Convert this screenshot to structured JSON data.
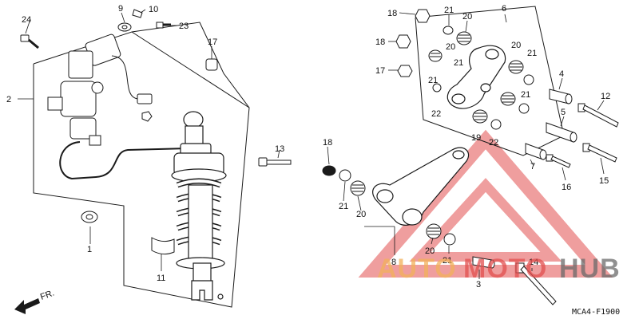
{
  "diagram": {
    "callouts": {
      "c24": "24",
      "c9": "9",
      "c10": "10",
      "c23": "23",
      "c2": "2",
      "c17a": "17",
      "c13": "13",
      "c1": "1",
      "c11": "11",
      "c18a": "18",
      "c18b": "18",
      "c17b": "17",
      "c21a": "21",
      "c20a": "20",
      "c6": "6",
      "c20b": "20",
      "c21b": "21",
      "c20c": "20",
      "c21c": "21",
      "c21d": "21",
      "c22a": "22",
      "c19": "19",
      "c22b": "22",
      "c21e": "21",
      "c4": "4",
      "c12": "12",
      "c5": "5",
      "c7": "7",
      "c16": "16",
      "c15": "15",
      "c18c": "18",
      "c21f": "21",
      "c20d": "20",
      "c8": "8",
      "c20e": "20",
      "c21g": "21",
      "c14": "14",
      "c3": "3"
    },
    "direction_label": "FR.",
    "diagram_code": "MCA4-F1900"
  },
  "watermark": {
    "part1": "AUTO",
    "part2": "MOTO",
    "part3": "HUB",
    "color_orange": "#f2b15a",
    "color_red": "#e2504f",
    "color_gray": "#6b6b6b"
  },
  "colors": {
    "line": "#1a1a1a",
    "background": "#ffffff"
  }
}
